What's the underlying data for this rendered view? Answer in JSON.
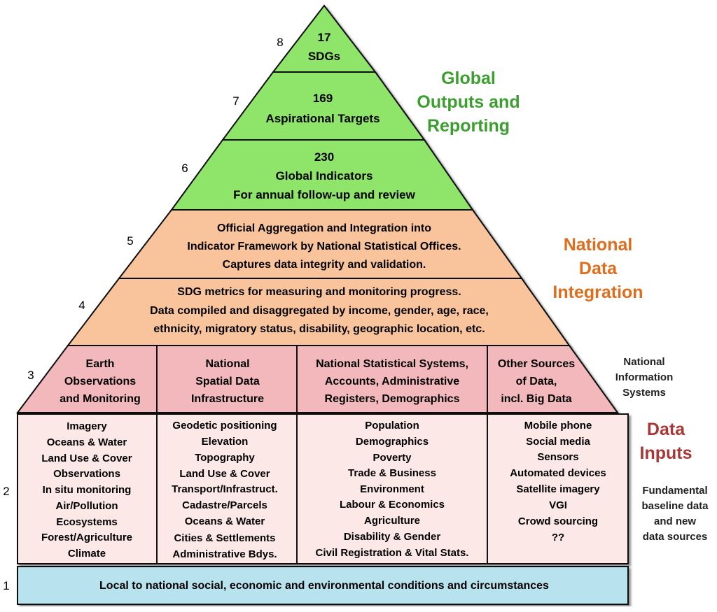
{
  "levels": {
    "l8": {
      "number": "8",
      "lines": [
        "17",
        "SDGs"
      ]
    },
    "l7": {
      "number": "7",
      "lines": [
        "169",
        "Aspirational Targets"
      ]
    },
    "l6": {
      "number": "6",
      "lines": [
        "230",
        "Global Indicators",
        "For annual follow-up and review"
      ]
    },
    "l5": {
      "number": "5",
      "lines": [
        "Official Aggregation and Integration into",
        "Indicator Framework by National Statistical Offices.",
        "Captures data integrity and validation."
      ]
    },
    "l4": {
      "number": "4",
      "lines": [
        "SDG metrics for measuring and monitoring progress.",
        "Data compiled and disaggregated by income, gender, age, race,",
        "ethnicity, migratory status, disability, geographic location, etc."
      ]
    },
    "l3": {
      "number": "3",
      "cells": [
        [
          "Earth",
          "Observations",
          "and Monitoring"
        ],
        [
          "National",
          "Spatial Data",
          "Infrastructure"
        ],
        [
          "National Statistical Systems,",
          "Accounts, Administrative",
          "Registers, Demographics"
        ],
        [
          "Other Sources",
          "of Data,",
          "incl. Big Data"
        ]
      ]
    },
    "l2": {
      "number": "2",
      "cells": [
        [
          "Imagery",
          "Oceans & Water",
          "Land Use & Cover",
          "Observations",
          "In situ monitoring",
          "Air/Pollution",
          "Ecosystems",
          "Forest/Agriculture",
          "Climate"
        ],
        [
          "Geodetic positioning",
          "Elevation",
          "Topography",
          "Land Use & Cover",
          "Transport/Infrastruct.",
          "Cadastre/Parcels",
          "Oceans & Water",
          "Cities & Settlements",
          "Administrative Bdys."
        ],
        [
          "Population",
          "Demographics",
          "Poverty",
          "Trade & Business",
          "Environment",
          "Labour & Economics",
          "Agriculture",
          "Disability & Gender",
          "Civil Registration & Vital Stats."
        ],
        [
          "Mobile phone",
          "Social media",
          "Sensors",
          "Automated devices",
          "Satellite imagery",
          "VGI",
          "Crowd sourcing",
          "??"
        ]
      ]
    },
    "l1": {
      "number": "1",
      "text": "Local to national social, economic and environmental conditions and circumstances"
    }
  },
  "side_labels": {
    "global": [
      "Global",
      "Outputs and",
      "Reporting"
    ],
    "national": [
      "National",
      "Data",
      "Integration"
    ],
    "nis": [
      "National",
      "Information",
      "Systems"
    ],
    "inputs": [
      "Data",
      "Inputs"
    ],
    "fundamental": [
      "Fundamental",
      "baseline data",
      "and new",
      "data sources"
    ]
  },
  "colors": {
    "green": "#8fe46a",
    "orange": "#f9c49b",
    "pink": "#f2b8bb",
    "light_pink": "#fce8e7",
    "blue": "#b9e2ef",
    "label_green": "#3c9e2e",
    "label_orange": "#df6d1e",
    "label_red": "#a83737"
  }
}
